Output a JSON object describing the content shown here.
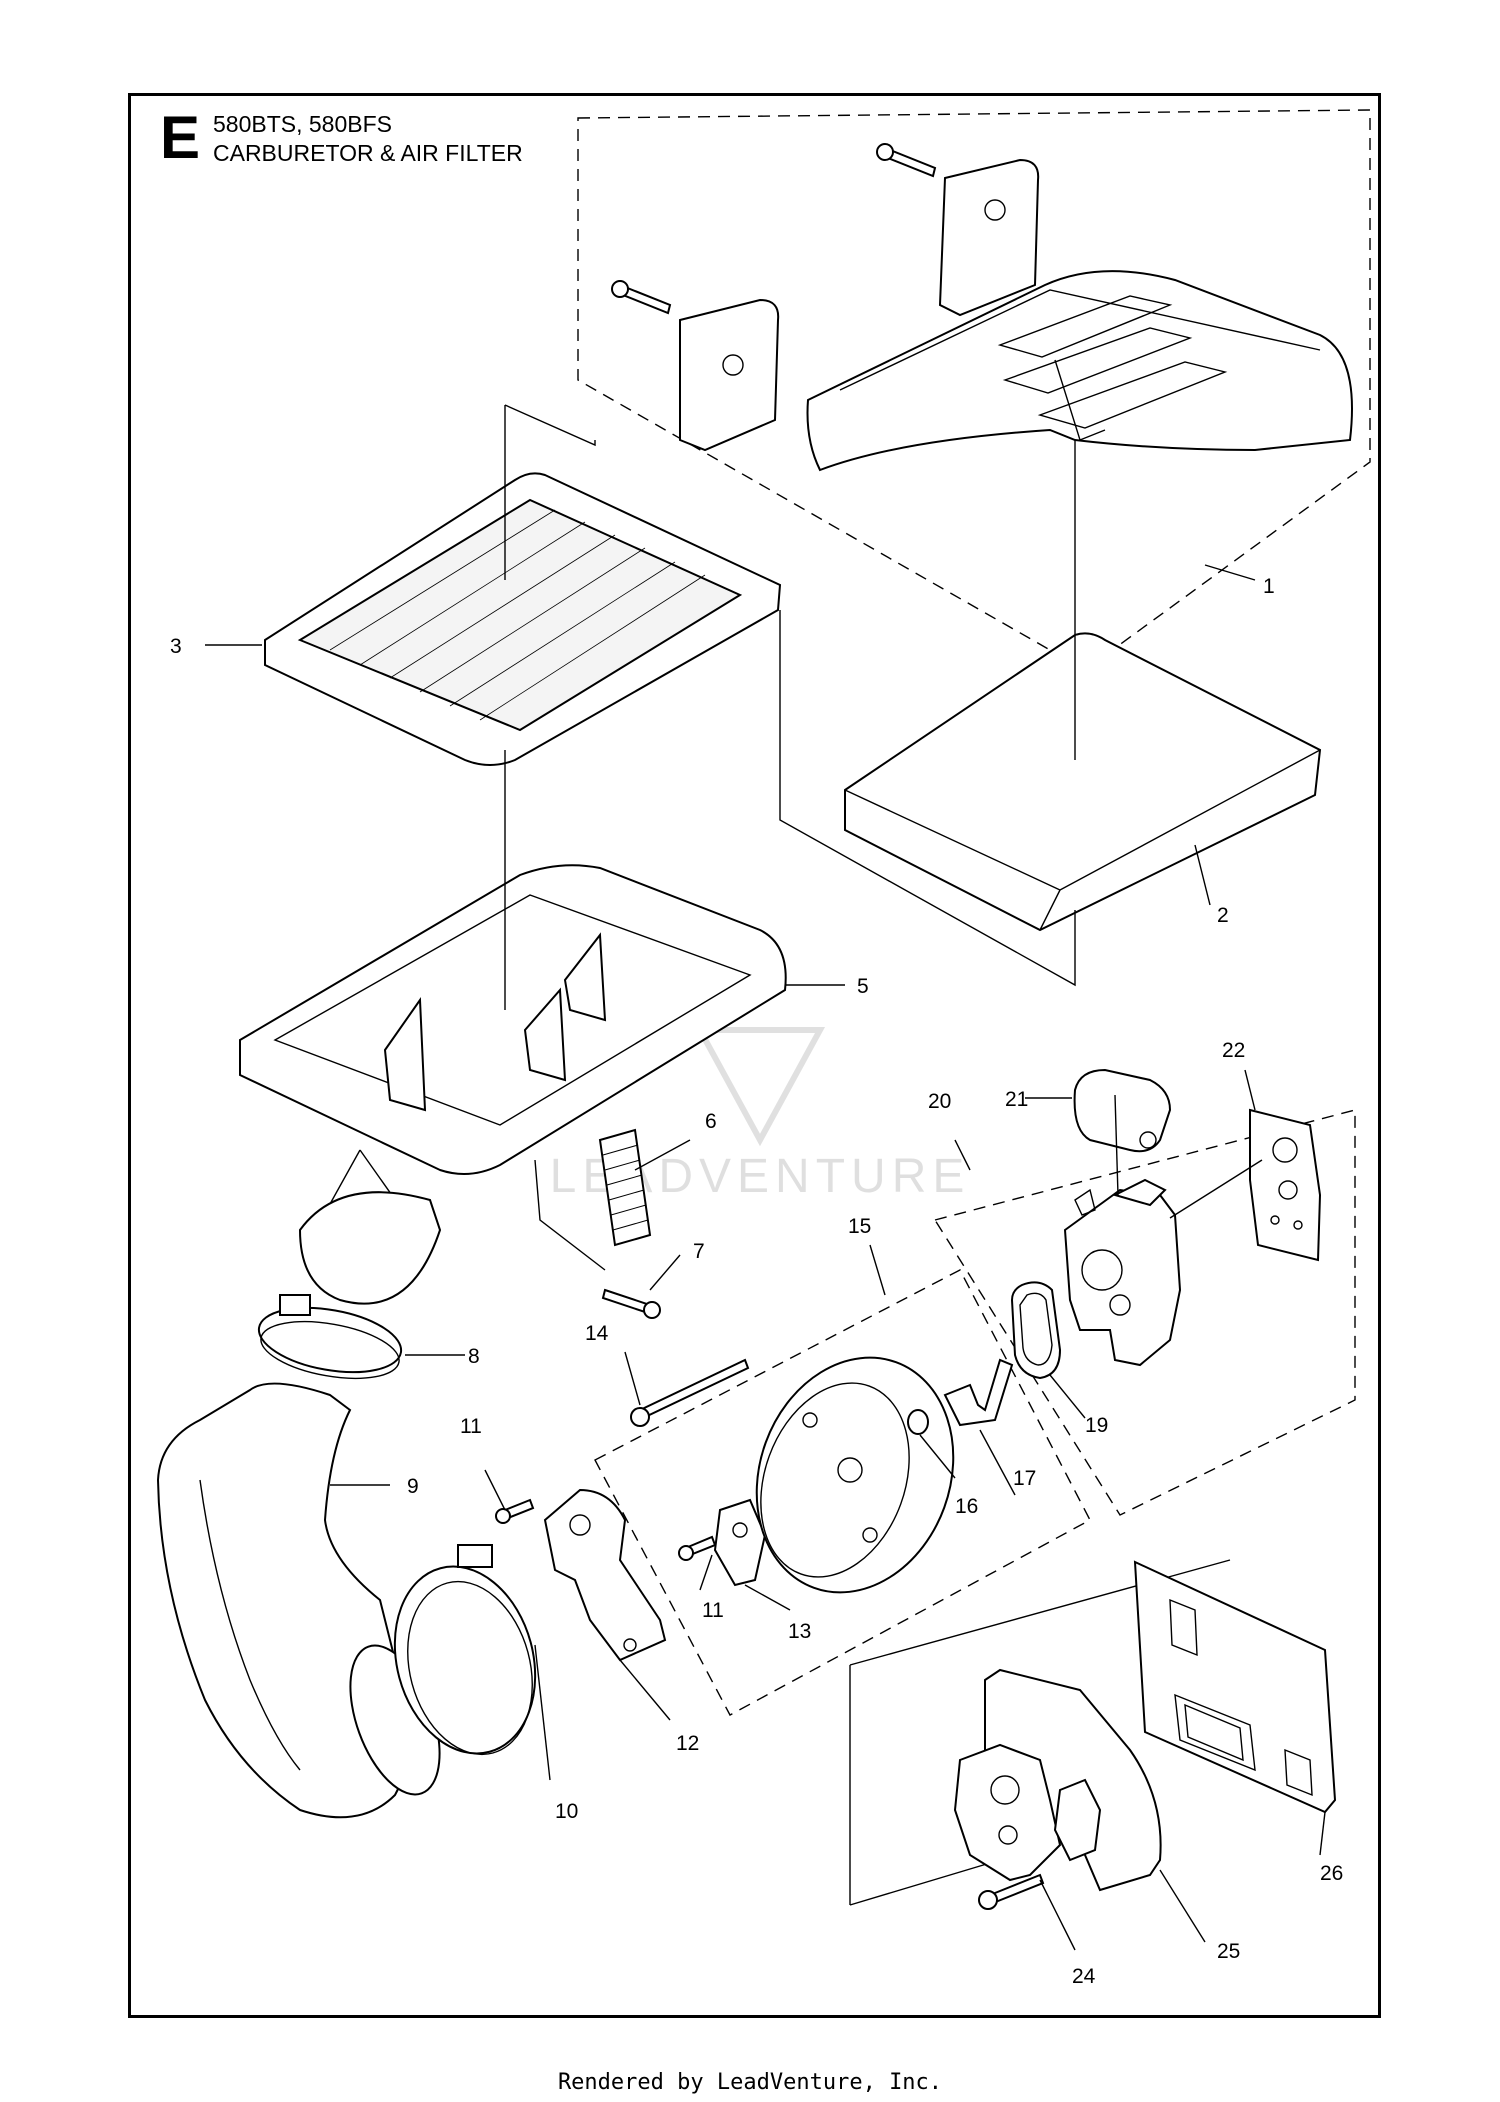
{
  "header": {
    "section_letter": "E",
    "models": "580BTS, 580BFS",
    "title": "CARBURETOR & AIR FILTER"
  },
  "callouts": [
    "1",
    "2",
    "3",
    "5",
    "6",
    "7",
    "8",
    "9",
    "10",
    "11",
    "11",
    "12",
    "13",
    "14",
    "15",
    "16",
    "17",
    "19",
    "20",
    "21",
    "22",
    "24",
    "25",
    "26"
  ],
  "footer": "Rendered by LeadVenture, Inc.",
  "watermark": "LEADVENTURE"
}
